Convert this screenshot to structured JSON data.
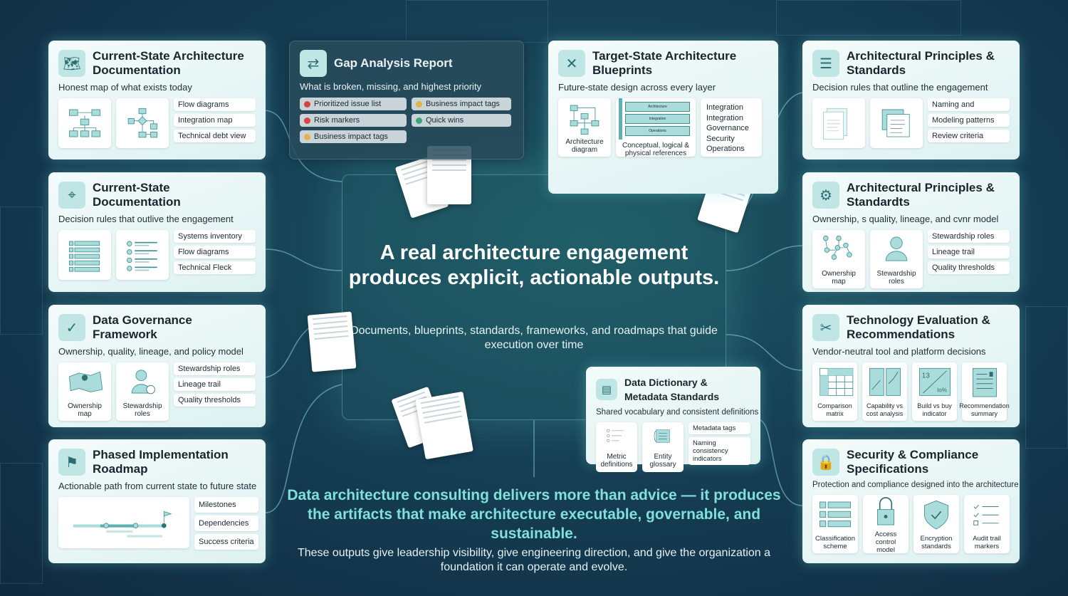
{
  "headline": "A real architecture engagement produces explicit, actionable outputs.",
  "subline": "Documents, blueprints, standards, frameworks, and roadmaps that guide execution over time",
  "bottom_headline": "Data architecture consulting delivers more than advice — it produces the artifacts that make architecture executable, governable, and sustainable.",
  "bottom_text": "These outputs give leadership visibility, give engineering direction, and give the organization a foundation it can operate and evolve.",
  "colors": {
    "accent": "#7fe0dc",
    "card_bg": "#e6f5f5",
    "background": "#163f55",
    "red": "#d9443f",
    "amber": "#e9b04a",
    "green": "#39a87a"
  },
  "cards": [
    {
      "id": "current-state-architecture",
      "icon": "map-icon",
      "title": "Current-State Architecture Documentation",
      "subtitle": "Honest map of what exists today",
      "tiles": [
        {
          "icon": "hierarchy-diagram-icon",
          "label": ""
        },
        {
          "icon": "flowchart-icon",
          "label": ""
        }
      ],
      "chips": [
        "Flow diagrams",
        "Integration map",
        "Technical debt view"
      ]
    },
    {
      "id": "current-state-documentation",
      "icon": "location-map-icon",
      "title": "Current-State Documentation",
      "subtitle": "Decision rules that outlive the engagement",
      "tiles": [
        {
          "icon": "table-icon",
          "label": ""
        },
        {
          "icon": "list-icon",
          "label": ""
        }
      ],
      "chips": [
        "Systems inventory",
        "Flow diagrams",
        "Technical Fleck"
      ]
    },
    {
      "id": "data-governance",
      "icon": "shield-check-icon",
      "title": "Data Governance Framework",
      "subtitle": "Ownership, quality, lineage, and policy model",
      "tiles": [
        {
          "icon": "map-pin-icon",
          "label": "Ownership map"
        },
        {
          "icon": "user-check-icon",
          "label": "Stewardship roles"
        }
      ],
      "chips": [
        "Stewardship roles",
        "Lineage trail",
        "Quality thresholds"
      ]
    },
    {
      "id": "phased-roadmap",
      "icon": "flag-icon",
      "title": "Phased Implementation Roadmap",
      "subtitle": "Actionable path from current state to future state",
      "tiles": [
        {
          "icon": "timeline-icon",
          "label": ""
        }
      ],
      "chips": [
        "Milestones",
        "Dependencies",
        "Success criteria"
      ]
    },
    {
      "id": "gap-analysis",
      "icon": "compare-icon",
      "title": "Gap Analysis Report",
      "subtitle": "What is broken, missing, and highest priority",
      "gchips": [
        {
          "label": "Prioritized issue list",
          "color": "#d9443f"
        },
        {
          "label": "Business impact tags",
          "color": "#e9b04a"
        },
        {
          "label": "Risk markers",
          "color": "#d9443f"
        },
        {
          "label": "Quick wins",
          "color": "#39a87a"
        },
        {
          "label": "Business impact tags",
          "color": "#e9b04a"
        }
      ]
    },
    {
      "id": "target-state",
      "icon": "blueprint-icon",
      "title": "Target-State Architecture Blueprints",
      "subtitle": "Future-state design across every layer",
      "tiles": [
        {
          "icon": "architecture-diagram-icon",
          "label": "Architecture diagram"
        },
        {
          "icon": "layers-icon",
          "label": "Conceptual, logical & physical references",
          "layers": [
            "Architecture",
            "Integration",
            "Operations"
          ]
        }
      ],
      "list": [
        "Integration",
        "Integration",
        "Governance",
        "Security",
        "Operations"
      ]
    },
    {
      "id": "principles-standards",
      "icon": "checklist-gear-icon",
      "title": "Architectural Principles & Standards",
      "subtitle": "Decision rules that outline the engagement",
      "tiles": [
        {
          "icon": "document-stack-icon",
          "label": ""
        },
        {
          "icon": "document-list-icon",
          "label": ""
        }
      ],
      "chips": [
        "Naming and",
        "Modeling patterns",
        "Review criteria"
      ]
    },
    {
      "id": "principles-standards-2",
      "icon": "gear-hands-icon",
      "title": "Architectural Principles & Standardts",
      "subtitle": "Ownership, s quality, lineage, and cvnr model",
      "tiles": [
        {
          "icon": "network-icon",
          "label": "Ownership map"
        },
        {
          "icon": "user-icon",
          "label": "Stewardship roles"
        }
      ],
      "chips": [
        "Stewardship roles",
        "Lineage trail",
        "Quality thresholds"
      ]
    },
    {
      "id": "technology-evaluation",
      "icon": "tools-icon",
      "title": "Technology Evaluation & Recommendations",
      "subtitle": "Vendor-neutral tool and platform decisions",
      "tiles": [
        {
          "icon": "matrix-icon",
          "label": "Comparison matrix"
        },
        {
          "icon": "chart-icon",
          "label": "Capability vs cost analysis"
        },
        {
          "icon": "build-buy-icon",
          "label": "Build vs buy indicator"
        },
        {
          "icon": "summary-doc-icon",
          "label": "Recommendation summary"
        }
      ]
    },
    {
      "id": "security-compliance",
      "icon": "lock-icon",
      "title": "Security & Compliance Specifications",
      "subtitle": "Protection and compliance designed into the architecture",
      "tiles": [
        {
          "icon": "classification-icon",
          "label": "Classification scheme"
        },
        {
          "icon": "padlock-icon",
          "label": "Access control model"
        },
        {
          "icon": "shield-icon",
          "label": "Encryption standards"
        },
        {
          "icon": "audit-list-icon",
          "label": "Audit trail markers"
        }
      ]
    },
    {
      "id": "data-dictionary",
      "icon": "book-icon",
      "title": "Data Dictionary & Metadata Standards",
      "subtitle": "Shared vocabulary and consistent definitions",
      "tiles": [
        {
          "icon": "metric-list-icon",
          "label": "Metric definitions"
        },
        {
          "icon": "glossary-icon",
          "label": "Entity glossary"
        }
      ],
      "chips": [
        "Metadata tags",
        "Naming consistency indicators"
      ]
    }
  ]
}
